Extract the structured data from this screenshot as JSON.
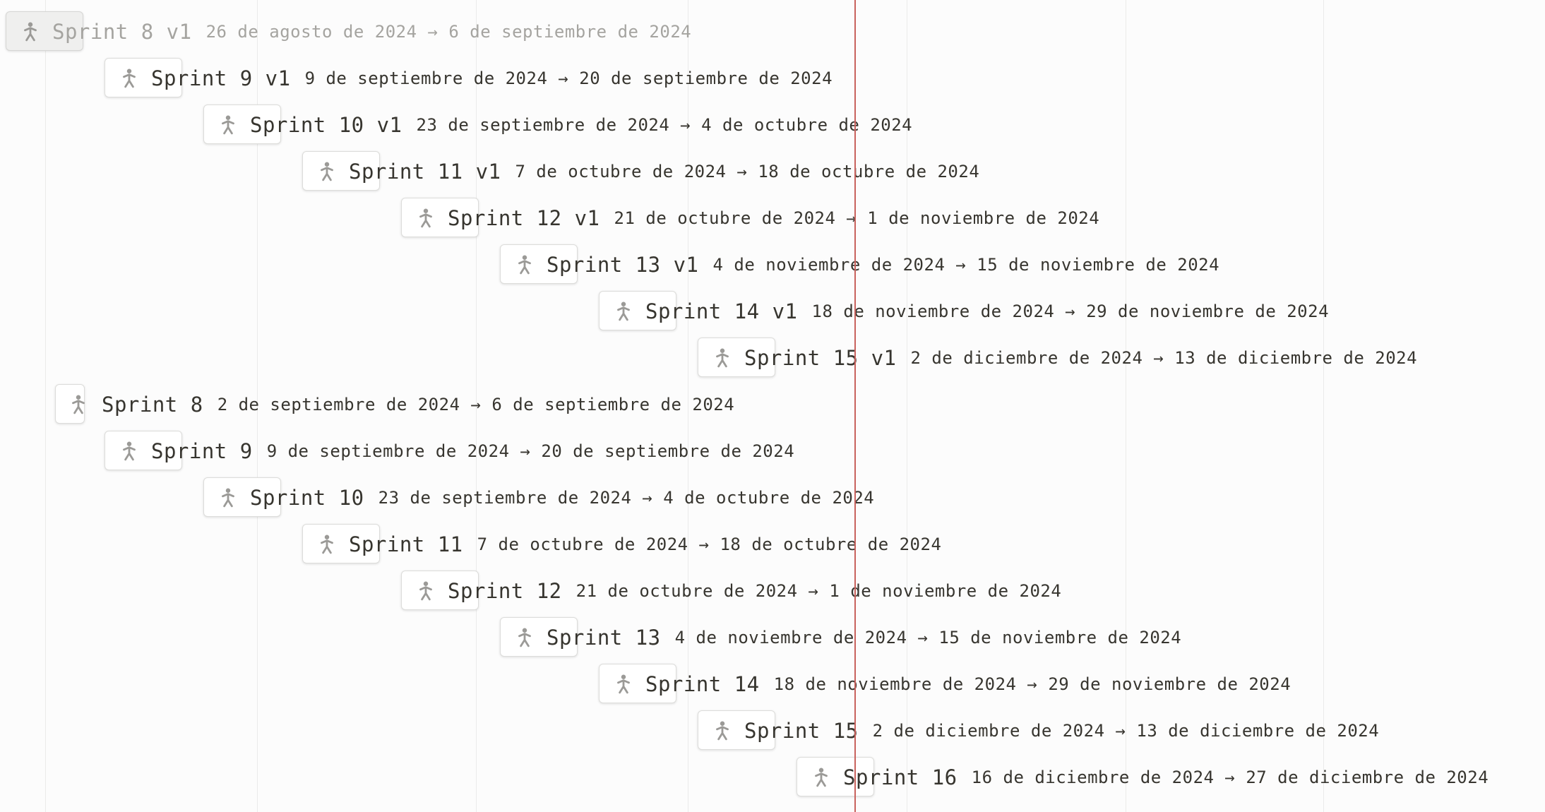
{
  "timeline": {
    "rows": [
      {
        "title": "Sprint 8 v1",
        "dates": "26 de agosto de 2024 → 6 de septiembre de 2024",
        "state": "dragging"
      },
      {
        "title": "Sprint 9 v1",
        "dates": "9 de septiembre de 2024 → 20 de septiembre de 2024"
      },
      {
        "title": "Sprint 10 v1",
        "dates": "23 de septiembre de 2024 → 4 de octubre de 2024"
      },
      {
        "title": "Sprint 11 v1",
        "dates": "7 de octubre de 2024 → 18 de octubre de 2024"
      },
      {
        "title": "Sprint 12 v1",
        "dates": "21 de octubre de 2024 → 1 de noviembre de 2024"
      },
      {
        "title": "Sprint 13 v1",
        "dates": "4 de noviembre de 2024 → 15 de noviembre de 2024"
      },
      {
        "title": "Sprint 14 v1",
        "dates": "18 de noviembre de 2024 → 29 de noviembre de 2024"
      },
      {
        "title": "Sprint 15 v1",
        "dates": "2 de diciembre de 2024 → 13 de diciembre de 2024"
      },
      {
        "title": "Sprint 8",
        "dates": "2 de septiembre de 2024 → 6 de septiembre de 2024"
      },
      {
        "title": "Sprint 9",
        "dates": "9 de septiembre de 2024 → 20 de septiembre de 2024"
      },
      {
        "title": "Sprint 10",
        "dates": "23 de septiembre de 2024 → 4 de octubre de 2024"
      },
      {
        "title": "Sprint 11",
        "dates": "7 de octubre de 2024 → 18 de octubre de 2024"
      },
      {
        "title": "Sprint 12",
        "dates": "21 de octubre de 2024 → 1 de noviembre de 2024"
      },
      {
        "title": "Sprint 13",
        "dates": "4 de noviembre de 2024 → 15 de noviembre de 2024"
      },
      {
        "title": "Sprint 14",
        "dates": "18 de noviembre de 2024 → 29 de noviembre de 2024"
      },
      {
        "title": "Sprint 15",
        "dates": "2 de diciembre de 2024 → 13 de diciembre de 2024"
      },
      {
        "title": "Sprint 16",
        "dates": "16 de diciembre de 2024 → 27 de diciembre de 2024"
      }
    ],
    "item_icon": "runner-icon",
    "colors": {
      "today_line": "#c8625d",
      "text": "#37352f",
      "muted_text": "#a5a4a0",
      "icon": "#9b9a97"
    }
  }
}
